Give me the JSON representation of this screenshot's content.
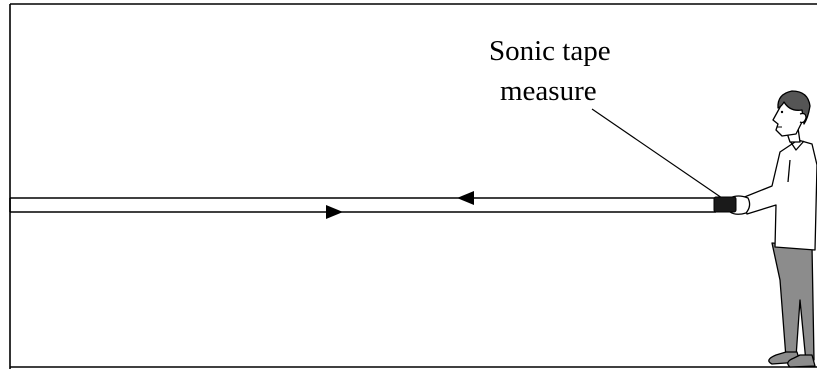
{
  "label": {
    "line1": "Sonic tape",
    "line2": "measure"
  },
  "colors": {
    "line": "#000000",
    "background": "#ffffff",
    "shirt": "#ffffff",
    "trousers": "#8c8c8c",
    "hair": "#555555",
    "skin": "#ffffff",
    "device": "#1a1a1a"
  },
  "icons": {
    "outgoing_arrow": "triangle-left",
    "reflected_arrow": "triangle-right"
  }
}
